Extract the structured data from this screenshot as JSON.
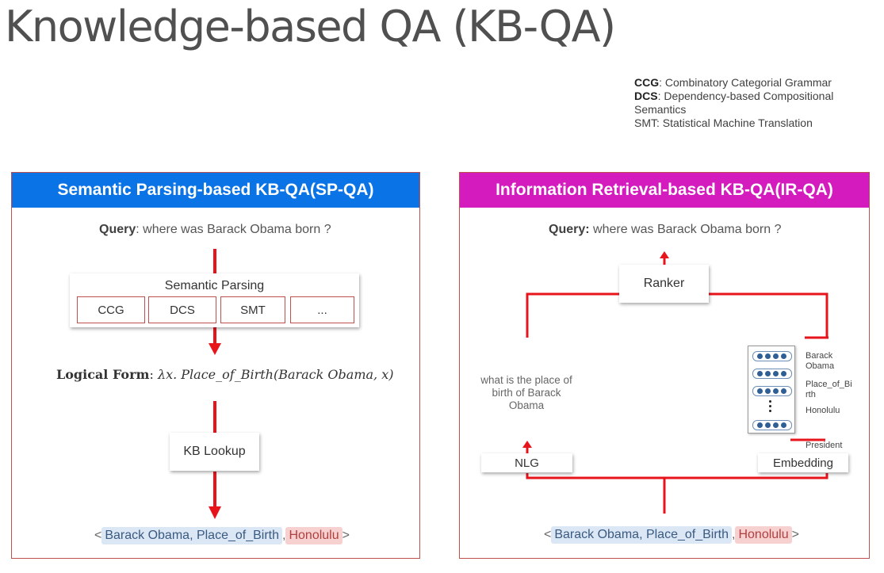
{
  "title": "Knowledge-based QA (KB-QA)",
  "legend": [
    {
      "abbr": "CCG",
      "text": ": Combinatory Categorial Grammar"
    },
    {
      "abbr": "DCS",
      "text": ": Dependency-based Compositional Semantics"
    },
    {
      "abbr": "",
      "text": "SMT: Statistical Machine Translation"
    }
  ],
  "sp": {
    "header": "Semantic Parsing-based KB-QA(SP-QA)",
    "header_color": "#0a74e6",
    "query_label": "Query",
    "query_text": ": where was Barack Obama born ?",
    "parsing_title": "Semantic Parsing",
    "methods": [
      "CCG",
      "DCS",
      "SMT",
      "..."
    ],
    "logical_label": "Logical Form",
    "logical_colon": ":",
    "logical_expr": "λx. Place_of_Birth(Barack Obama, x)",
    "lookup": "KB Lookup",
    "answer": {
      "open": "<",
      "subject": "Barack Obama",
      "sep1": ", ",
      "relation": "Place_of_Birth",
      "sep2": ", ",
      "object": "Honolulu",
      "close": ">"
    }
  },
  "ir": {
    "header": "Information Retrieval-based KB-QA(IR-QA)",
    "header_color": "#d41bbd",
    "query_label": "Query:",
    "query_text": " where was Barack Obama born ?",
    "ranker": "Ranker",
    "nlg_text": "what is the place of birth of Barack Obama",
    "nlg": "NLG",
    "embedding": "Embedding",
    "emb_labels": [
      "Barack Obama",
      "Place_of_Birth",
      "Honolulu",
      "President"
    ],
    "answer": {
      "open": "<",
      "subject": "Barack Obama",
      "sep1": ", ",
      "relation": "Place_of_Birth",
      "sep2": ", ",
      "object": "Honolulu",
      "close": ">"
    }
  },
  "colors": {
    "arrow": "#e8141c",
    "panel_border": "#c0504d"
  }
}
